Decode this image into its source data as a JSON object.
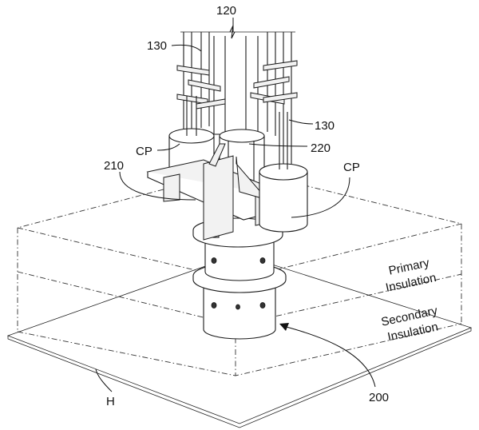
{
  "labels": {
    "ref_120": "120",
    "ref_130_left": "130",
    "ref_130_right": "130",
    "ref_220": "220",
    "ref_cp_left": "CP",
    "ref_cp_right": "CP",
    "ref_210": "210",
    "ref_200": "200",
    "ref_h": "H",
    "primary_line1": "Primary",
    "primary_line2": "Insulation",
    "secondary_line1": "Secondary",
    "secondary_line2": "Insulation"
  }
}
